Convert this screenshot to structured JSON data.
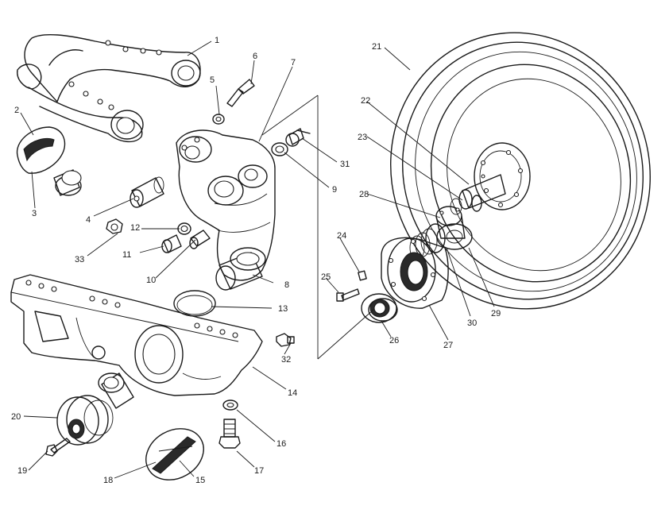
{
  "labels": {
    "l1": "1",
    "l2": "2",
    "l3": "3",
    "l4": "4",
    "l5": "5",
    "l6": "6",
    "l7": "7",
    "l8": "8",
    "l9": "9",
    "l10": "10",
    "l11": "11",
    "l12": "12",
    "l13": "13",
    "l14": "14",
    "l15": "15",
    "l16": "16",
    "l17": "17",
    "l18": "18",
    "l19": "19",
    "l20": "20",
    "l21": "21",
    "l22": "22",
    "l23": "23",
    "l24": "24",
    "l25": "25",
    "l26": "26",
    "l27": "27",
    "l28": "28",
    "l29": "29",
    "l30": "30",
    "l31": "31",
    "l32": "32",
    "l33": "33"
  }
}
